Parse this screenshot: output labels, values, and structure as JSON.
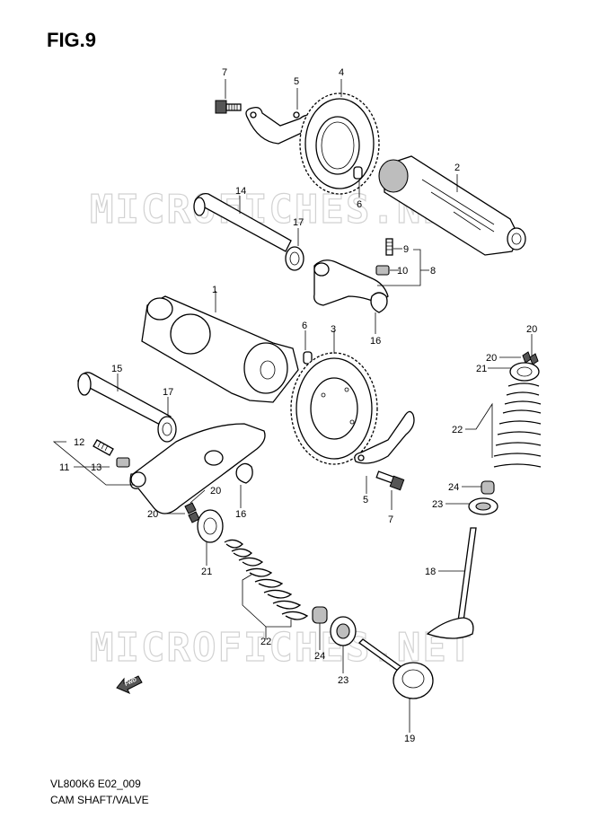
{
  "header": {
    "figure_title": "FIG.9"
  },
  "watermark": {
    "text": "MICROFICHES.NET"
  },
  "footer": {
    "code": "VL800K6 E02_009",
    "caption": "CAM SHAFT/VALVE"
  },
  "direction_arrow": {
    "label": "FWD"
  },
  "callouts": {
    "c1": "1",
    "c2": "2",
    "c3": "3",
    "c4": "4",
    "c5a": "5",
    "c5b": "5",
    "c6a": "6",
    "c6b": "6",
    "c7a": "7",
    "c7b": "7",
    "c8": "8",
    "c9": "9",
    "c10": "10",
    "c11": "11",
    "c12": "12",
    "c13": "13",
    "c14": "14",
    "c15": "15",
    "c16a": "16",
    "c16b": "16",
    "c17a": "17",
    "c17b": "17",
    "c18": "18",
    "c19": "19",
    "c20a": "20",
    "c20b": "20",
    "c20c": "20",
    "c20d": "20",
    "c21a": "21",
    "c21b": "21",
    "c22a": "22",
    "c22b": "22",
    "c23a": "23",
    "c23b": "23",
    "c24a": "24",
    "c24b": "24"
  }
}
